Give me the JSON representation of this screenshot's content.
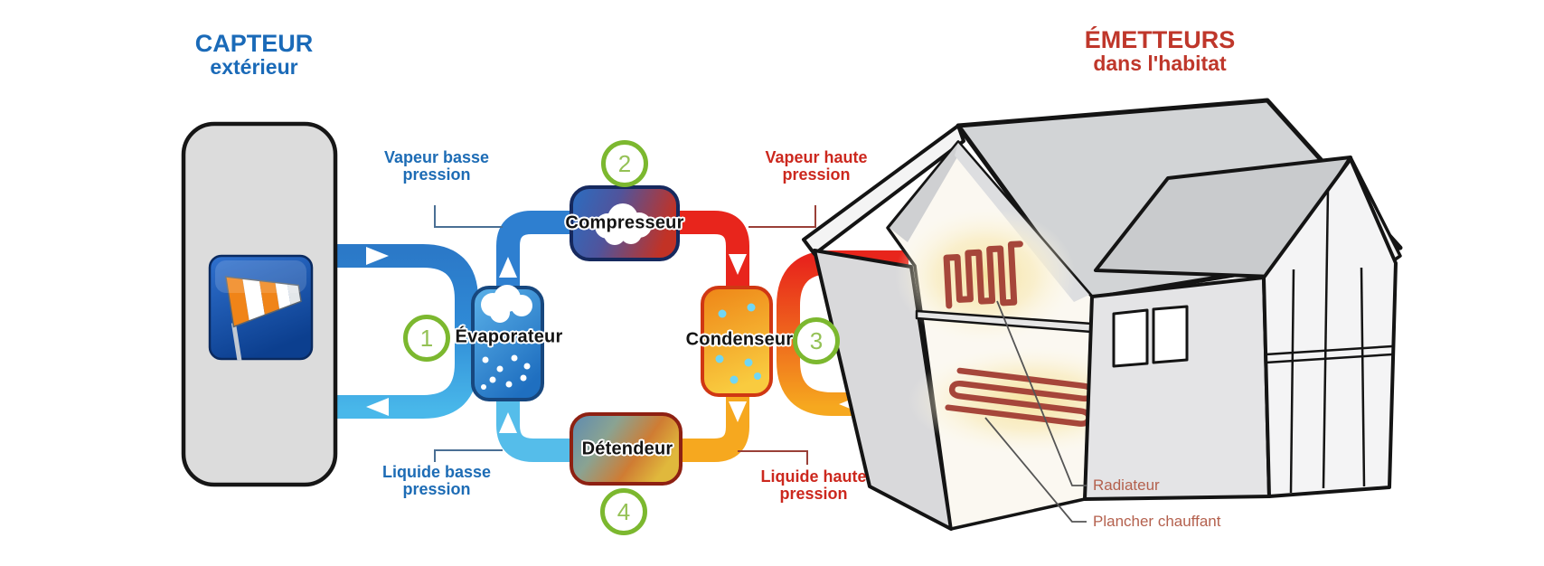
{
  "titles": {
    "source": {
      "line1": "CAPTEUR",
      "line2": "extérieur"
    },
    "emitters": {
      "line1": "ÉMETTEURS",
      "line2": "dans l'habitat"
    }
  },
  "steps": {
    "one": "1",
    "two": "2",
    "three": "3",
    "four": "4"
  },
  "components": {
    "evaporator": "Évaporateur",
    "compressor": "Compresseur",
    "condenser": "Condenseur",
    "expansion_valve": "Détendeur"
  },
  "pipe_labels": {
    "vapor_low": {
      "line1": "Vapeur basse",
      "line2": "pression"
    },
    "vapor_high": {
      "line1": "Vapeur haute",
      "line2": "pression"
    },
    "liquid_low": {
      "line1": "Liquide basse",
      "line2": "pression"
    },
    "liquid_high": {
      "line1": "Liquide haute",
      "line2": "pression"
    }
  },
  "house_labels": {
    "radiator": "Radiateur",
    "floor_heating": "Plancher chauffant"
  },
  "colors": {
    "blue_title": "#1a6ab8",
    "red_title": "#bf372b",
    "blue_label": "#1d6cb5",
    "red_label": "#cc281e",
    "pipe_cold_dark": "#2b79c8",
    "pipe_cold_light": "#49b8ea",
    "pipe_hot_red": "#e8251c",
    "pipe_hot_orange": "#f6a81f",
    "step_ring_green": "#7cb82f",
    "house_label": "#b4614e"
  }
}
